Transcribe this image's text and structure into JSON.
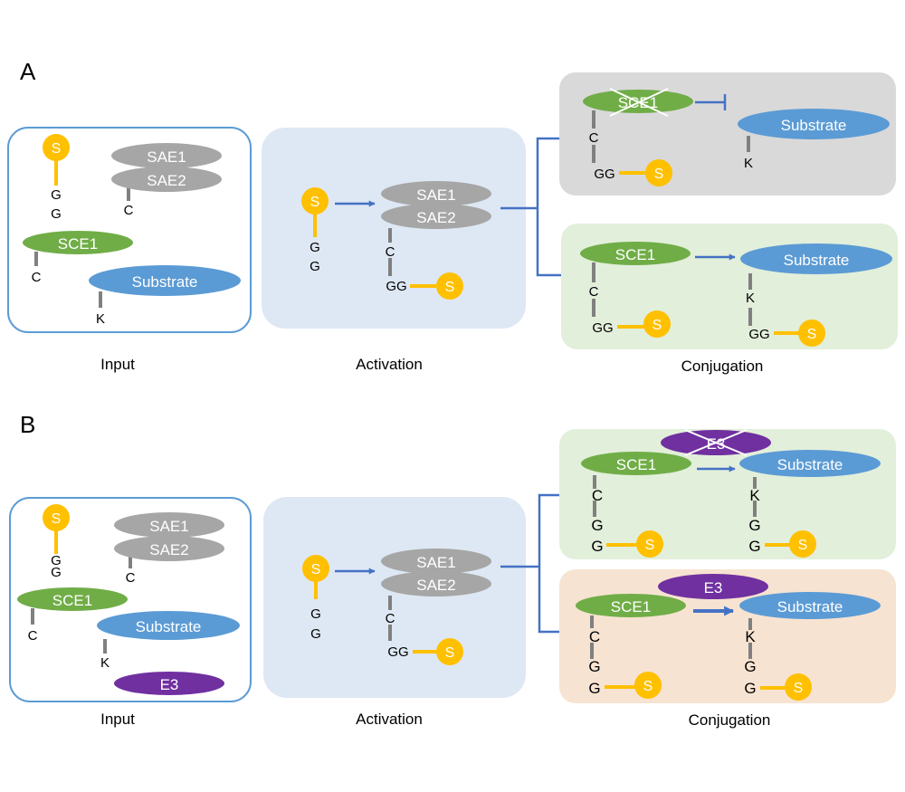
{
  "panels": {
    "a": {
      "label": "A"
    },
    "b": {
      "label": "B"
    }
  },
  "stages": {
    "input": "Input",
    "activation": "Activation",
    "conjugation": "Conjugation"
  },
  "molecules": {
    "sumo": "S",
    "sae1": "SAE1",
    "sae2": "SAE2",
    "sce1": "SCE1",
    "substrate": "Substrate",
    "e3": "E3"
  },
  "residues": {
    "g": "G",
    "gg": "GG",
    "c": "C",
    "k": "K"
  },
  "colors": {
    "sumo": "#FFC000",
    "sae": "#A6A6A6",
    "sce1": "#70AD47",
    "substrate": "#5B9BD5",
    "e3": "#7030A0",
    "arrow": "#4472C4",
    "input_box_border": "#5B9BD5",
    "activation_box": "#DEE8F4",
    "blocked_box": "#D9D9D9",
    "success_box": "#E2EFDA",
    "e3_box": "#F7E3D1"
  }
}
